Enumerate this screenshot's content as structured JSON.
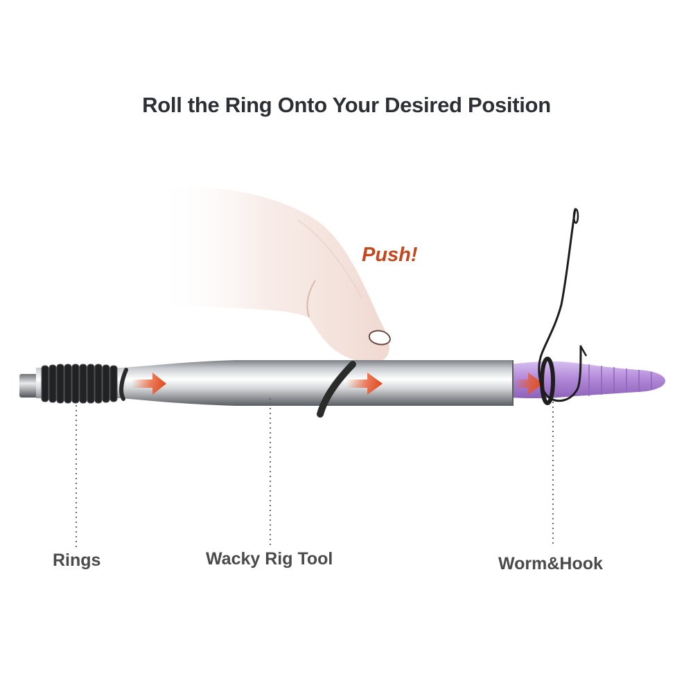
{
  "title": "Roll the Ring Onto Your Desired Position",
  "callout": "Push!",
  "labels": {
    "rings": "Rings",
    "tool": "Wacky Rig Tool",
    "worm_hook": "Worm&Hook"
  },
  "colors": {
    "title": "#2c2f33",
    "callout": "#c4471e",
    "label": "#4a4a4a",
    "arrow": "#e8562a",
    "worm": "#b48ad9",
    "ring": "#2b2b2b"
  }
}
